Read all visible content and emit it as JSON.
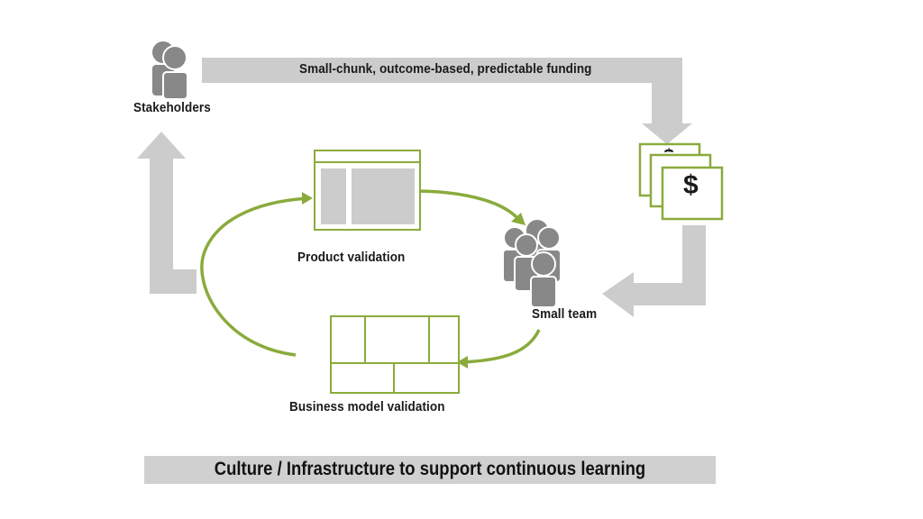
{
  "colors": {
    "arrow_gray": "#cccccc",
    "icon_gray": "#888888",
    "accent_green": "#8aab3c",
    "banner_gray": "#d0d0d0"
  },
  "labels": {
    "stakeholders": "Stakeholders",
    "funding": "Small-chunk, outcome-based, predictable funding",
    "product_validation": "Product validation",
    "small_team": "Small team",
    "business_model_validation": "Business model validation",
    "dollar_symbol": "$",
    "banner": "Culture / Infrastructure to support continuous learning"
  },
  "icons": {
    "stakeholders": "people-pair-icon",
    "funding": "money-stack-icon",
    "small_team": "people-group-icon",
    "product_validation": "wireframe-window-icon",
    "business_model_validation": "canvas-grid-icon"
  }
}
